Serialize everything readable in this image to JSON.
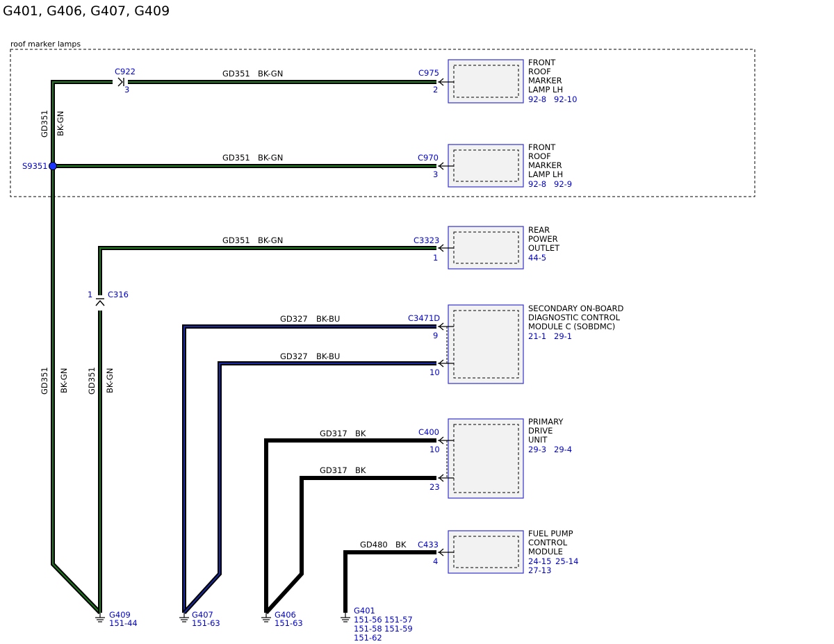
{
  "title": "G401, G406, G407, G409",
  "group_label": "roof marker lamps",
  "colors": {
    "bk_gn_stripe": "#1f7a1f",
    "bk_bu_stripe": "#1a2a9c",
    "wire": "#000000",
    "ref_text": "#0000cc",
    "box_fill": "#f2f2f2",
    "box_border": "#3333cc"
  },
  "wires": {
    "w1": {
      "circuit": "GD351",
      "color": "BK-GN"
    },
    "w2": {
      "circuit": "GD351",
      "color": "BK-GN"
    },
    "w3": {
      "circuit": "GD351",
      "color": "BK-GN"
    },
    "w4": {
      "circuit": "GD327",
      "color": "BK-BU"
    },
    "w5": {
      "circuit": "GD327",
      "color": "BK-BU"
    },
    "w6": {
      "circuit": "GD317",
      "color": "BK"
    },
    "w7": {
      "circuit": "GD317",
      "color": "BK"
    },
    "w8": {
      "circuit": "GD480",
      "color": "BK"
    },
    "v1": {
      "circuit": "GD351",
      "color": "BK-GN"
    },
    "v2": {
      "circuit": "GD351",
      "color": "BK-GN"
    },
    "v3": {
      "circuit": "GD351",
      "color": "BK-GN"
    }
  },
  "connectors": {
    "c922": {
      "name": "C922",
      "pin": "3"
    },
    "c316": {
      "name": "C316",
      "pin": "1"
    },
    "c975": {
      "name": "C975",
      "pin": "2"
    },
    "c970": {
      "name": "C970",
      "pin": "3"
    },
    "c3323": {
      "name": "C3323",
      "pin": "1"
    },
    "c3471d": {
      "name": "C3471D",
      "pin_a": "9",
      "pin_b": "10"
    },
    "c400": {
      "name": "C400",
      "pin_a": "10",
      "pin_b": "23"
    },
    "c433": {
      "name": "C433",
      "pin": "4"
    }
  },
  "splice": {
    "name": "S9351"
  },
  "components": {
    "front_lamp_1": {
      "lines": [
        "FRONT",
        "ROOF",
        "MARKER",
        "LAMP LH"
      ],
      "refs": [
        "92-8",
        "92-10"
      ]
    },
    "front_lamp_2": {
      "lines": [
        "FRONT",
        "ROOF",
        "MARKER",
        "LAMP LH"
      ],
      "refs": [
        "92-8",
        "92-9"
      ]
    },
    "rear_outlet": {
      "lines": [
        "REAR",
        "POWER",
        "OUTLET"
      ],
      "refs": [
        "44-5"
      ]
    },
    "sobdmc": {
      "lines": [
        "SECONDARY ON-BOARD",
        "DIAGNOSTIC CONTROL",
        "MODULE C (SOBDMC)"
      ],
      "refs": [
        "21-1",
        "29-1"
      ]
    },
    "pdu": {
      "lines": [
        "PRIMARY",
        "DRIVE",
        "UNIT"
      ],
      "refs": [
        "29-3",
        "29-4"
      ]
    },
    "fpcm": {
      "lines": [
        "FUEL PUMP",
        "CONTROL",
        "MODULE"
      ],
      "refs": [
        "24-15",
        "25-14",
        "27-13"
      ]
    }
  },
  "grounds": {
    "g409": {
      "name": "G409",
      "refs": [
        "151-44"
      ]
    },
    "g407": {
      "name": "G407",
      "refs": [
        "151-63"
      ]
    },
    "g406": {
      "name": "G406",
      "refs": [
        "151-63"
      ]
    },
    "g401": {
      "name": "G401",
      "refs": [
        "151-56",
        "151-57",
        "151-58",
        "151-59",
        "151-62"
      ]
    }
  }
}
